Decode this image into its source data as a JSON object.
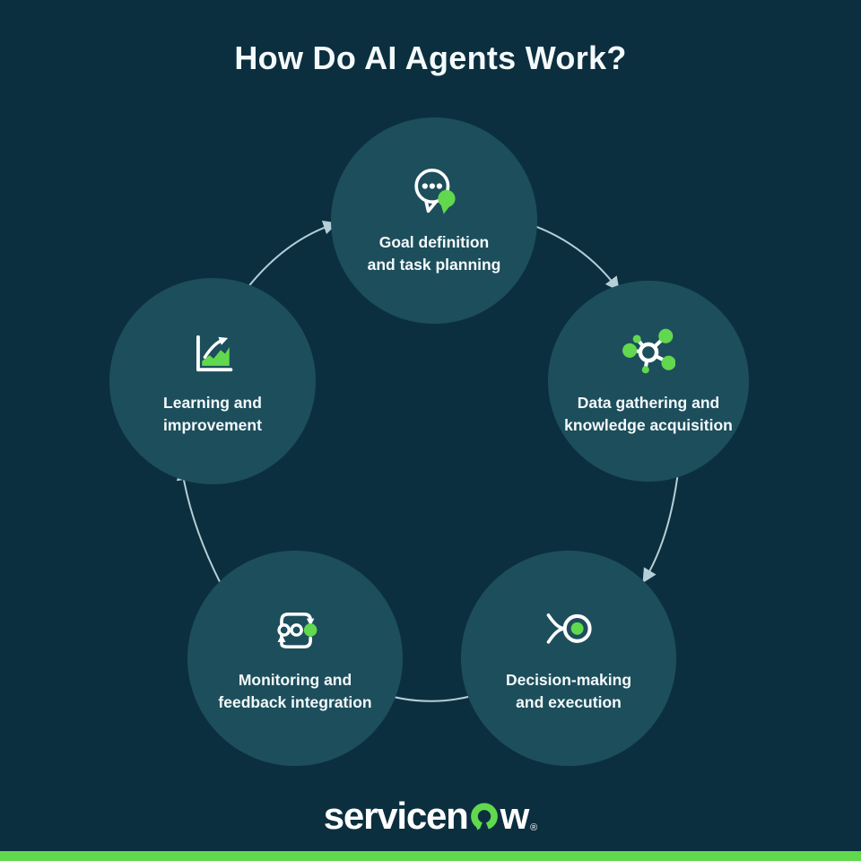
{
  "title": "How Do AI Agents Work?",
  "colors": {
    "background": "#0C2F3F",
    "circle_fill": "#1D4E5C",
    "accent_green": "#62D84E",
    "arrow": "#C3DDE6",
    "text": "#F4FAFB"
  },
  "steps": [
    {
      "icon": "chat-bubbles-icon",
      "line1": "Goal definition",
      "line2": "and task planning"
    },
    {
      "icon": "network-nodes-icon",
      "line1": "Data gathering and",
      "line2": "knowledge acquisition"
    },
    {
      "icon": "merge-decision-icon",
      "line1": "Decision-making",
      "line2": "and execution"
    },
    {
      "icon": "feedback-loop-icon",
      "line1": "Monitoring and",
      "line2": "feedback integration"
    },
    {
      "icon": "growth-chart-icon",
      "line1": "Learning and",
      "line2": "improvement"
    }
  ],
  "footer": {
    "logo_left": "servicen",
    "logo_right": "w",
    "registered": "®"
  }
}
